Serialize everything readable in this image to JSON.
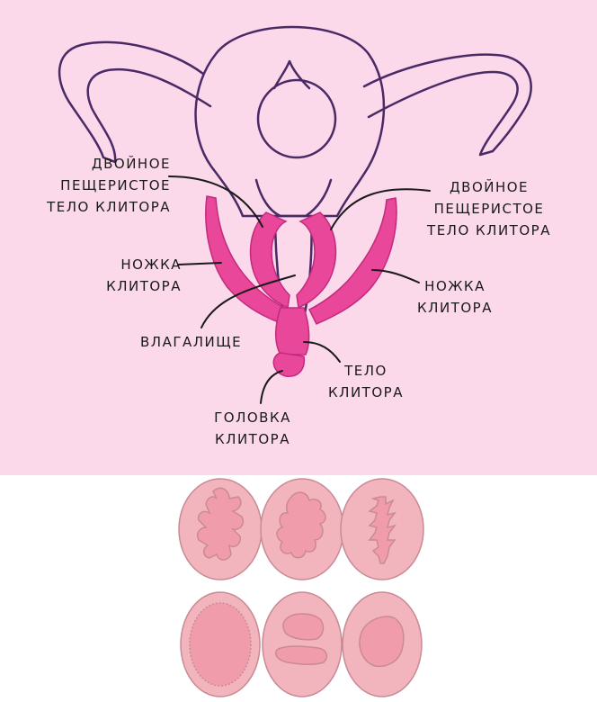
{
  "labels": {
    "double_body_left": "ДВОЙНОЕ\nПЕЩЕРИСТОЕ\nТЕЛО КЛИТОРА",
    "double_body_right": "ДВОЙНОЕ\nПЕЩЕРИСТОЕ\nТЕЛО КЛИТОРА",
    "crus_left": "НОЖКА\nКЛИТОРА",
    "crus_right": "НОЖКА\nКЛИТОРА",
    "vagina": "ВЛАГАЛИЩЕ",
    "body": "ТЕЛО\nКЛИТОРА",
    "glans": "ГОЛОВКА\nКЛИТОРА"
  },
  "colors": {
    "background_top": "#fcd8eb",
    "background_bottom": "#ffffff",
    "outline": "#4a2a66",
    "clitoris": "#e8479a",
    "clitoris_dark": "#cf2f84",
    "section_outer": "#f2b5be",
    "section_inner": "#f19cab",
    "section_stroke": "#c98a95"
  },
  "icons": [
    "uterus-outline-icon",
    "clitoris-shape-icon",
    "cross-section-icon"
  ]
}
